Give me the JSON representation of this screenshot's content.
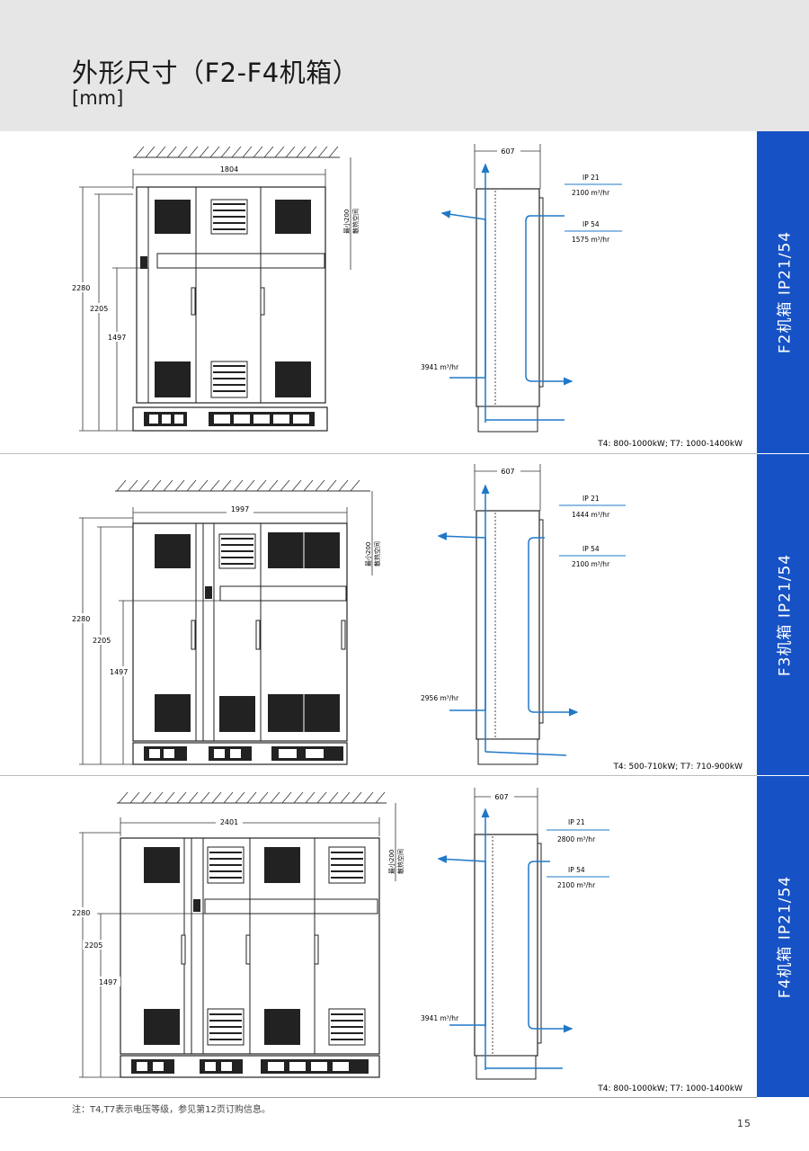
{
  "header": {
    "title": "外形尺寸（F2-F4机箱）",
    "unit": "[mm]"
  },
  "sections": [
    {
      "sidebar": "F2机箱  IP21/54",
      "width": "1804",
      "height_total": "2280",
      "height_mid": "2205",
      "height_low": "1497",
      "clearance": "最小200",
      "clearance2": "散热空间",
      "depth": "607",
      "ip21_label": "IP 21",
      "ip21_value": "2100 m³/hr",
      "ip54_label": "IP 54",
      "ip54_value": "1575 m³/hr",
      "inflow": "3941 m³/hr",
      "power": "T4: 800-1000kW; T7: 1000-1400kW"
    },
    {
      "sidebar": "F3机箱  IP21/54",
      "width": "1997",
      "height_total": "2280",
      "height_mid": "2205",
      "height_low": "1497",
      "clearance": "最小200",
      "clearance2": "散热空间",
      "depth": "607",
      "ip21_label": "IP 21",
      "ip21_value": "1444 m³/hr",
      "ip54_label": "IP 54",
      "ip54_value": "2100 m³/hr",
      "inflow": "2956 m³/hr",
      "power": "T4: 500-710kW; T7: 710-900kW"
    },
    {
      "sidebar": "F4机箱  IP21/54",
      "width": "2401",
      "height_total": "2280",
      "height_mid": "2205",
      "height_low": "1497",
      "clearance": "最小200",
      "clearance2": "散热空间",
      "depth": "607",
      "ip21_label": "IP 21",
      "ip21_value": "2800 m³/hr",
      "ip54_label": "IP 54",
      "ip54_value": "2100 m³/hr",
      "inflow": "3941 m³/hr",
      "power": "T4: 800-1000kW; T7: 1000-1400kW"
    }
  ],
  "footer": {
    "note": "注：T4,T7表示电压等级，参见第12页订购信息。",
    "page": "15"
  },
  "colors": {
    "accent": "#1652c6",
    "arrow": "#1f78c8"
  }
}
